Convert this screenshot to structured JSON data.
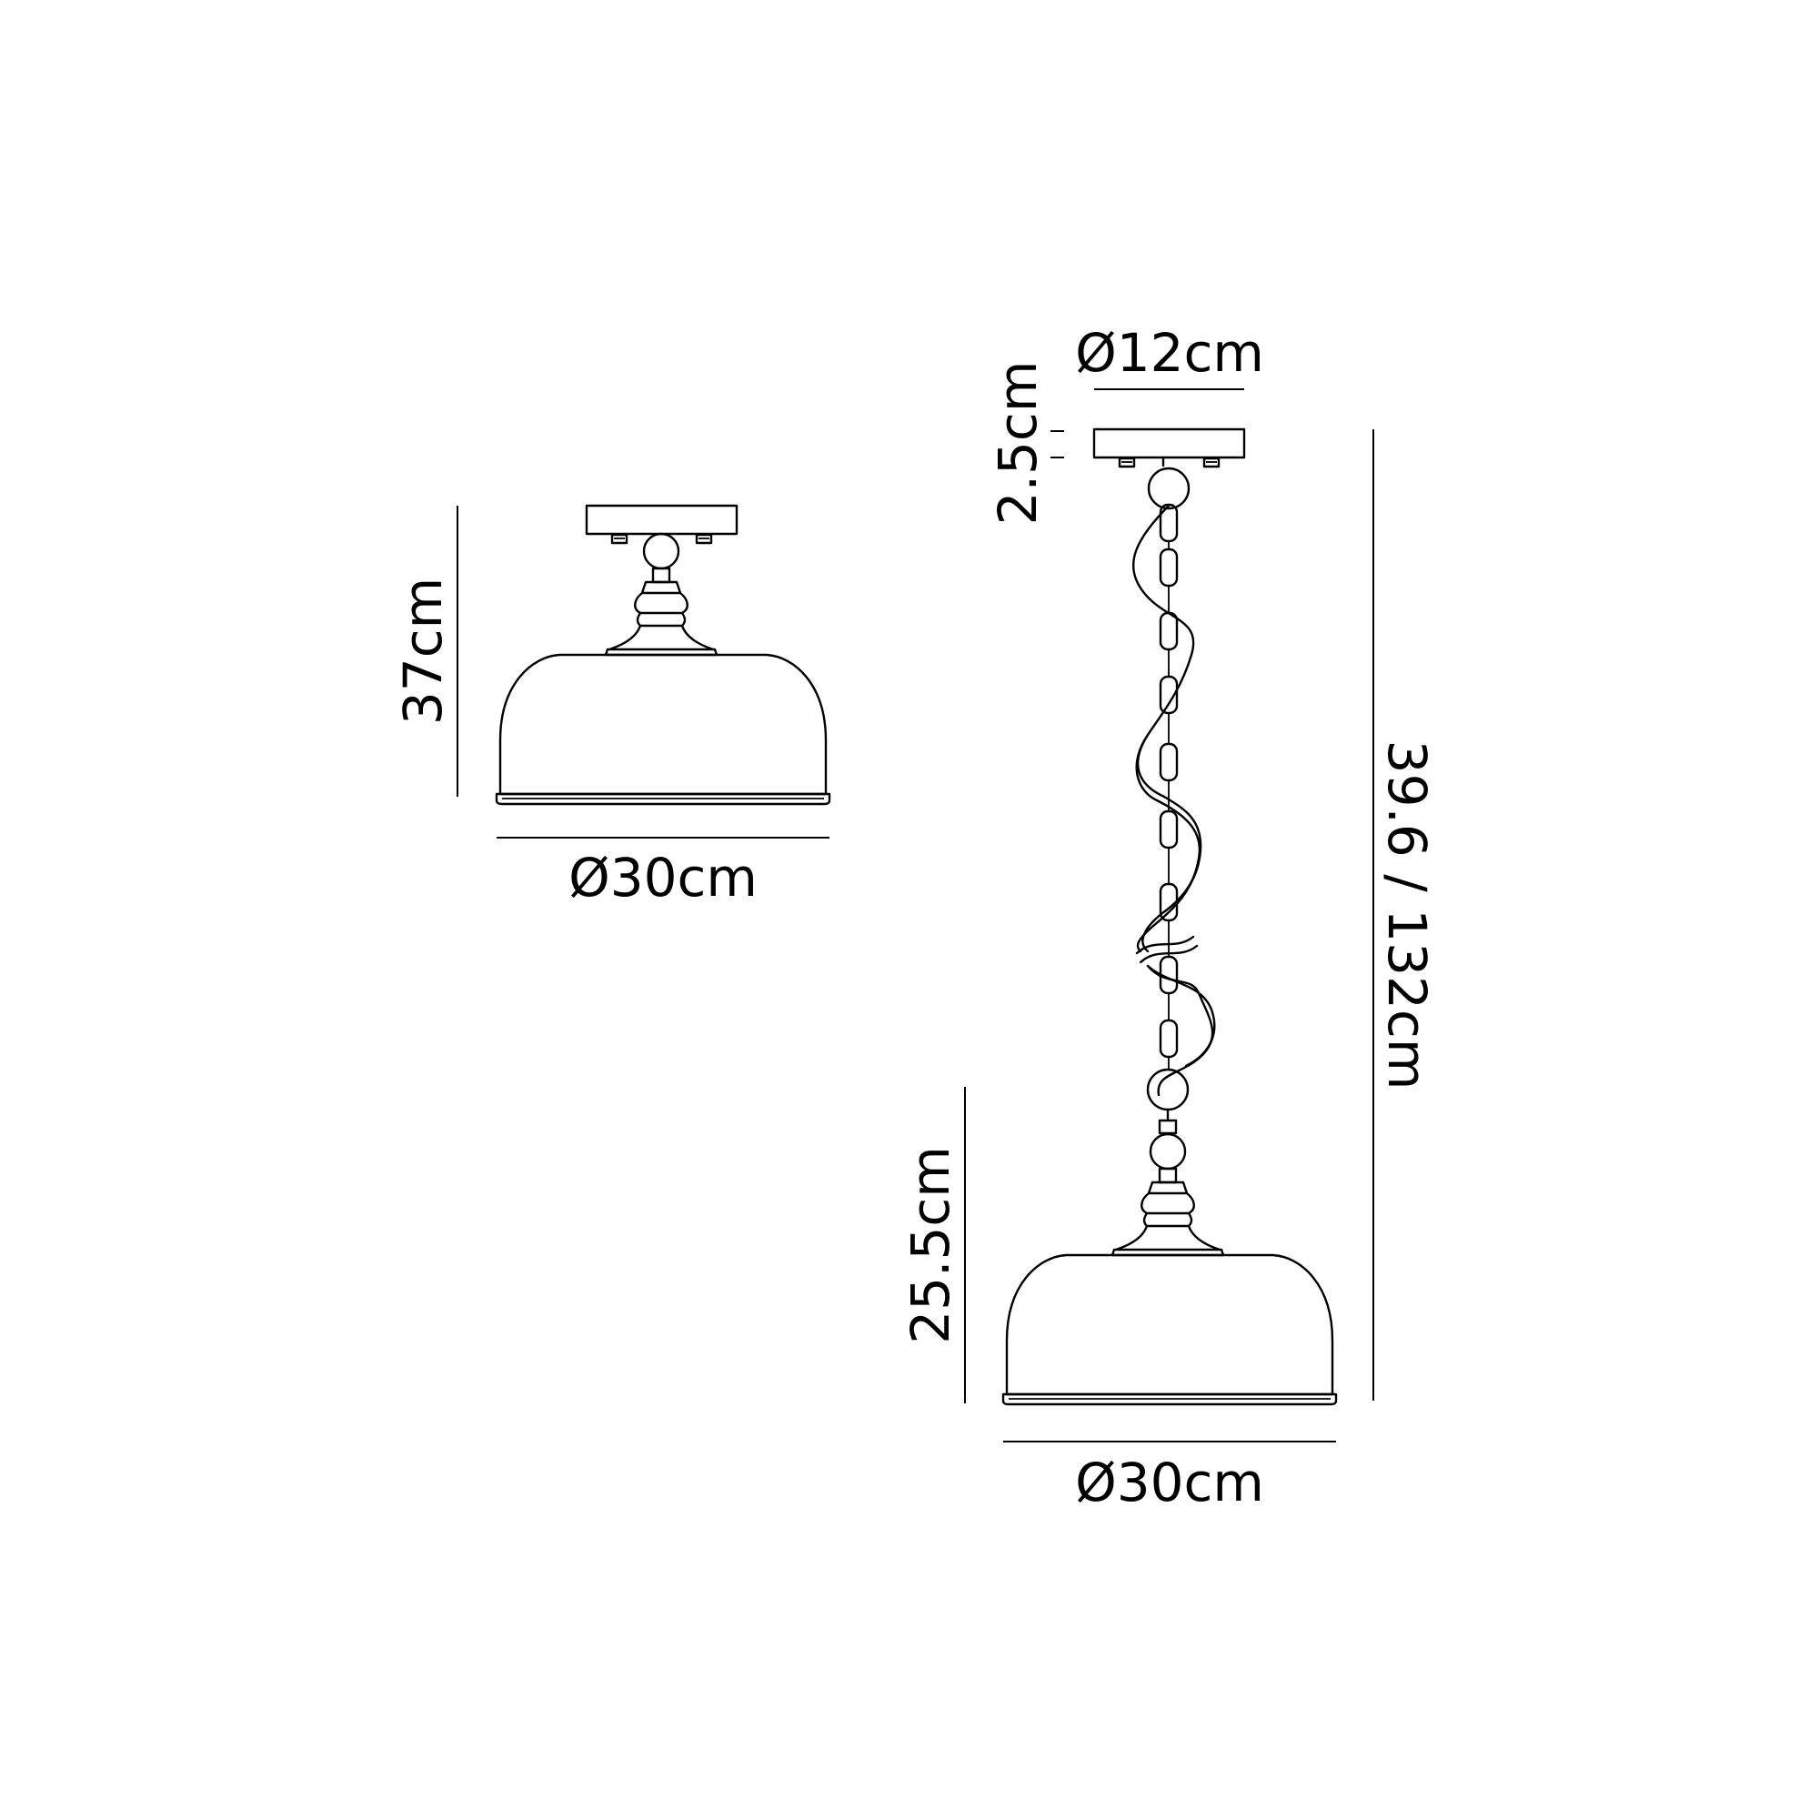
{
  "flush_mount": {
    "height_label": "37cm",
    "diameter_label": "Ø30cm"
  },
  "pendant": {
    "ceiling_plate_diameter_label": "Ø12cm",
    "ceiling_plate_height_label": "2.5cm",
    "overall_height_label": "39.6 / 132cm",
    "shade_height_label": "25.5cm",
    "shade_diameter_label": "Ø30cm"
  }
}
